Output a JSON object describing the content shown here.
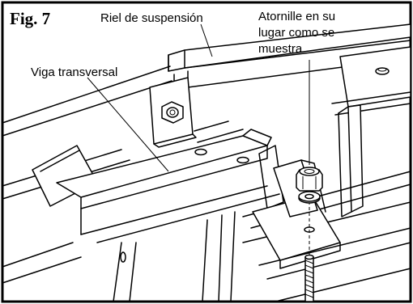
{
  "figure": {
    "label": "Fig. 7",
    "callouts": {
      "rail": "Riel de suspensión",
      "bolt_line1": "Atornille en su",
      "bolt_line2": "lugar como se",
      "bolt_line3": "muestra",
      "crossbeam": "Viga transversal"
    }
  }
}
